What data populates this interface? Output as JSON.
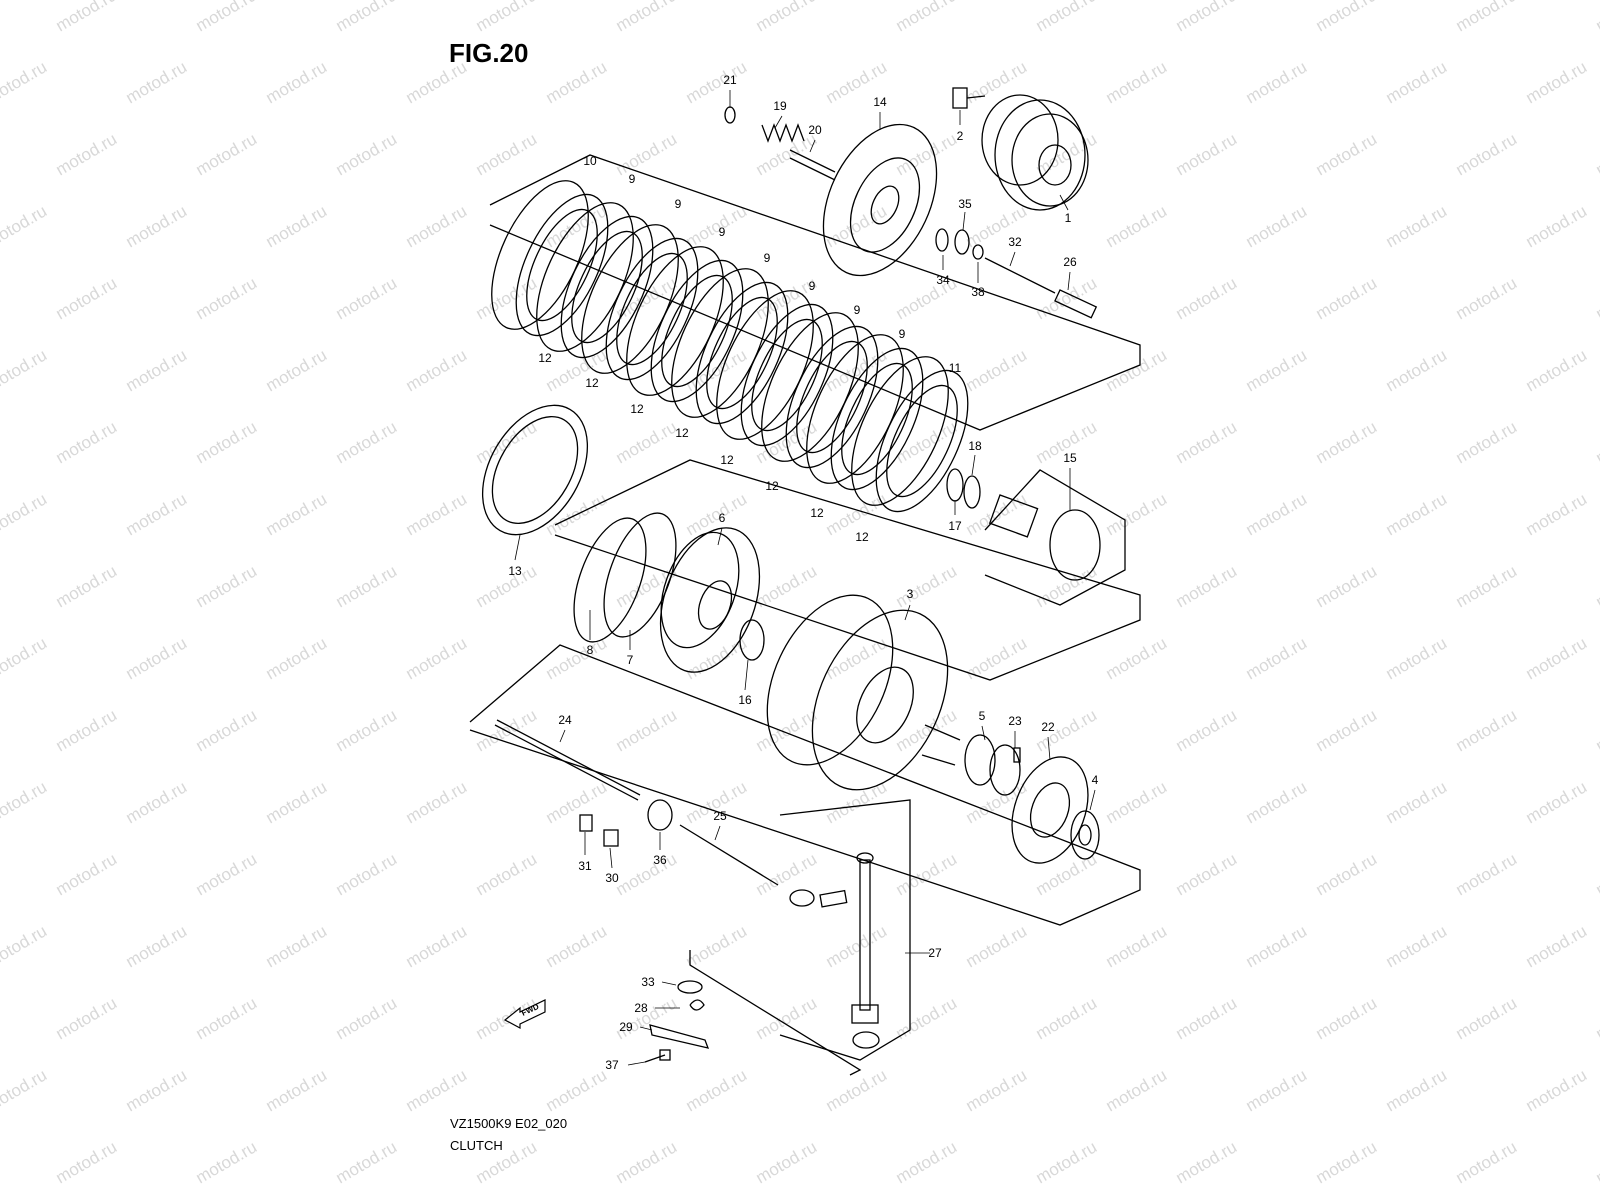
{
  "figure": {
    "title": "FIG.20",
    "model_code": "VZ1500K9 E02_020",
    "caption": "CLUTCH"
  },
  "watermark": {
    "text": "motod.ru",
    "color": "#d8d8d8"
  },
  "direction_marker": {
    "text": "FWD"
  },
  "callouts": [
    "1",
    "2",
    "3",
    "4",
    "5",
    "6",
    "7",
    "8",
    "9",
    "10",
    "11",
    "12",
    "13",
    "14",
    "15",
    "16",
    "17",
    "18",
    "19",
    "20",
    "21",
    "22",
    "23",
    "24",
    "25",
    "26",
    "27",
    "28",
    "29",
    "30",
    "31",
    "32",
    "33",
    "34",
    "35",
    "36",
    "37",
    "38"
  ],
  "colors": {
    "line": "#000000",
    "background": "#ffffff"
  }
}
